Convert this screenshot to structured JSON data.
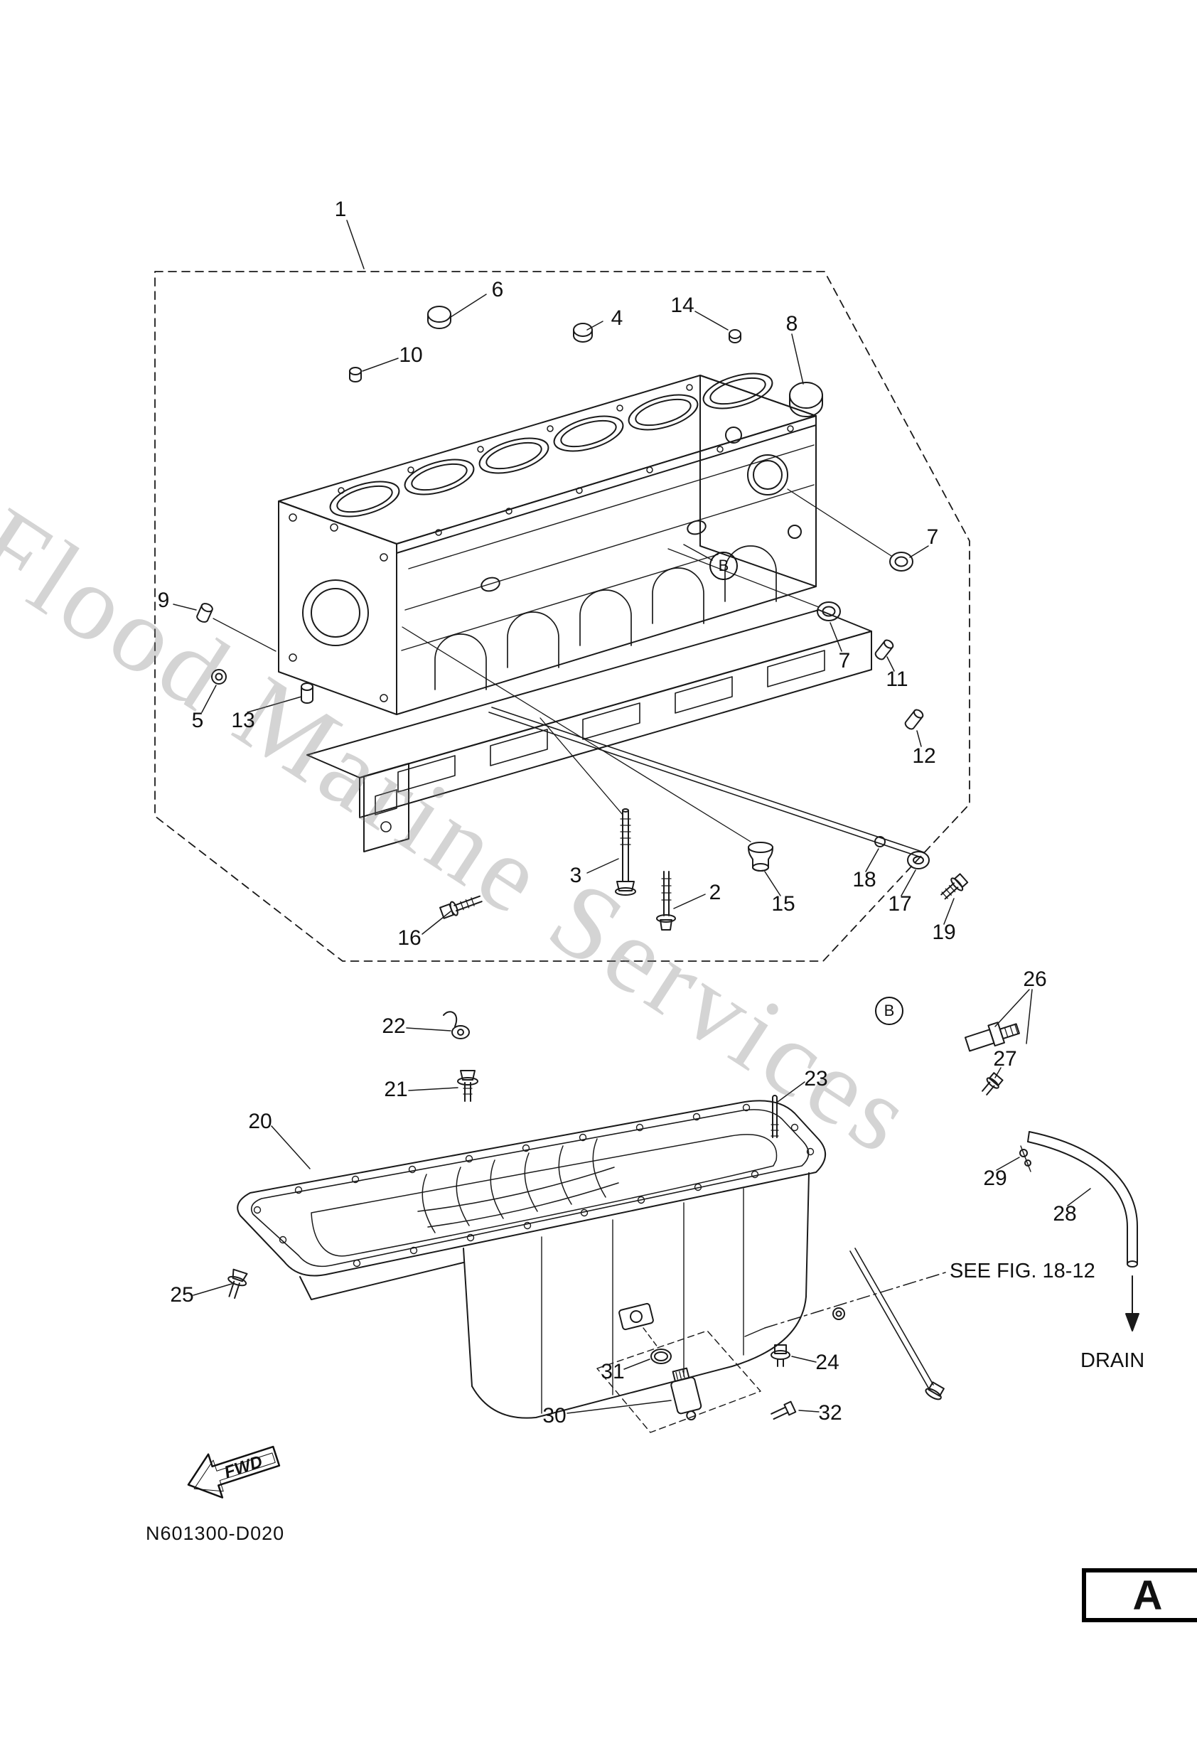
{
  "page": {
    "watermark": "Flood Marine Services",
    "drawing_code": "N601300-D020",
    "sheet_letter": "A",
    "fwd_label": "FWD",
    "see_fig_label": "SEE FIG. 18-12",
    "drain_label": "DRAIN",
    "connector_marker": "B"
  },
  "callouts": {
    "1": "1",
    "2": "2",
    "3": "3",
    "4": "4",
    "5": "5",
    "6": "6",
    "7": "7",
    "8": "8",
    "9": "9",
    "10": "10",
    "11": "11",
    "12": "12",
    "13": "13",
    "14": "14",
    "15": "15",
    "16": "16",
    "17": "17",
    "18": "18",
    "19": "19",
    "20": "20",
    "21": "21",
    "22": "22",
    "23": "23",
    "24": "24",
    "25": "25",
    "26": "26",
    "27": "27",
    "28": "28",
    "29": "29",
    "30": "30",
    "31": "31",
    "32": "32"
  }
}
